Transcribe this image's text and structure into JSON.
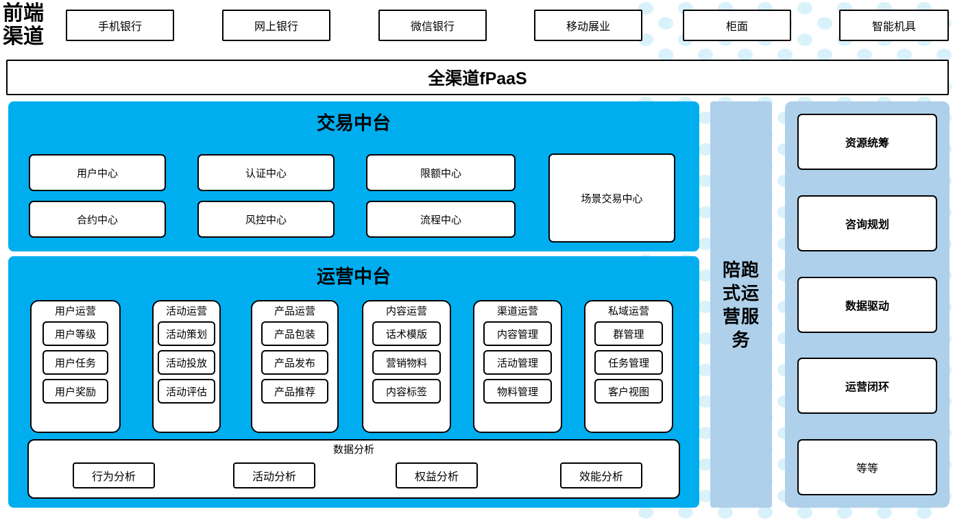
{
  "colors": {
    "cyan_panel": "#00aeef",
    "light_blue": "#aed0ea",
    "dot_pattern": "#d9f1fb",
    "border": "#000000",
    "node_fill": "#ffffff"
  },
  "header": {
    "section_label": "前端\n渠道",
    "channels": [
      {
        "label": "手机银行"
      },
      {
        "label": "网上银行"
      },
      {
        "label": "微信银行"
      },
      {
        "label": "移动展业"
      },
      {
        "label": "柜面"
      },
      {
        "label": "智能机具"
      }
    ]
  },
  "platform_bar": {
    "label": "全渠道fPaaS"
  },
  "trade_platform": {
    "title": "交易中台",
    "nodes_row1": [
      {
        "label": "用户中心"
      },
      {
        "label": "认证中心"
      },
      {
        "label": "限额中心"
      }
    ],
    "nodes_row2": [
      {
        "label": "合约中心"
      },
      {
        "label": "风控中心"
      },
      {
        "label": "流程中心"
      }
    ],
    "tall_node": {
      "label": "场景交易中心"
    }
  },
  "ops_platform": {
    "title": "运营中台",
    "groups": [
      {
        "title": "用户运营",
        "items": [
          "用户等级",
          "用户任务",
          "用户奖励"
        ]
      },
      {
        "title": "活动运营",
        "items": [
          "活动策划",
          "活动投放",
          "活动评估"
        ]
      },
      {
        "title": "产品运营",
        "items": [
          "产品包装",
          "产品发布",
          "产品推荐"
        ]
      },
      {
        "title": "内容运营",
        "items": [
          "话术模版",
          "营销物料",
          "内容标签"
        ]
      },
      {
        "title": "渠道运营",
        "items": [
          "内容管理",
          "活动管理",
          "物料管理"
        ]
      },
      {
        "title": "私域运营",
        "items": [
          "群管理",
          "任务管理",
          "客户视图"
        ]
      }
    ],
    "data_analysis": {
      "title": "数据分析",
      "items": [
        "行为分析",
        "活动分析",
        "权益分析",
        "效能分析"
      ]
    }
  },
  "service_column": {
    "label": "陪跑\n式运\n营服\n务"
  },
  "right_panel": {
    "items": [
      {
        "label": "资源统筹",
        "bold": true
      },
      {
        "label": "咨询规划",
        "bold": true
      },
      {
        "label": "数据驱动",
        "bold": true
      },
      {
        "label": "运营闭环",
        "bold": true
      },
      {
        "label": "等等",
        "bold": false
      }
    ]
  }
}
